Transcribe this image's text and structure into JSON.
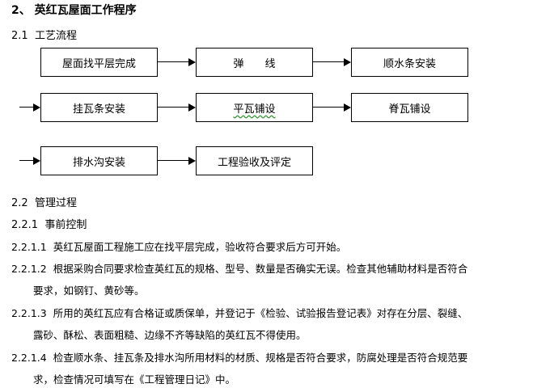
{
  "title": "2、 英红瓦屋面工作程序",
  "s21": {
    "num": "2.1",
    "text": "工艺流程"
  },
  "flow": {
    "row1": [
      "屋面找平层完成",
      "弹　　线",
      "顺水条安装"
    ],
    "row2": [
      "挂瓦条安装",
      "平瓦铺设",
      "脊瓦铺设"
    ],
    "row3": [
      "排水沟安装",
      "工程验收及评定"
    ]
  },
  "s22": {
    "num": "2.2",
    "text": "管理过程"
  },
  "s221": {
    "num": "2.2.1",
    "text": "事前控制"
  },
  "items": [
    {
      "num": "2.2.1.1",
      "line1": "英红瓦屋面工程施工应在找平层完成，验收符合要求后方可开始。"
    },
    {
      "num": "2.2.1.2",
      "line1": "根据采购合同要求检查英红瓦的规格、型号、数量是否确实无误。检查其他辅助材料是否符合",
      "line2": "要求，如钢钉、黄砂等。"
    },
    {
      "num": "2.2.1.3",
      "line1": "所用的英红瓦应有合格证或质保单，并登记于《检验、试验报告登记表》对存在分层、裂缝、",
      "line2": "露砂、酥松、表面粗糙、边缘不齐等缺陷的英红瓦不得使用。"
    },
    {
      "num": "2.2.1.4",
      "line1": "检查顺水条、挂瓦条及排水沟所用材料的材质、规格是否符合要求，防腐处理是否符合规范要",
      "line2": "求，检查情况可填写在《工程管理日记》中。"
    }
  ]
}
